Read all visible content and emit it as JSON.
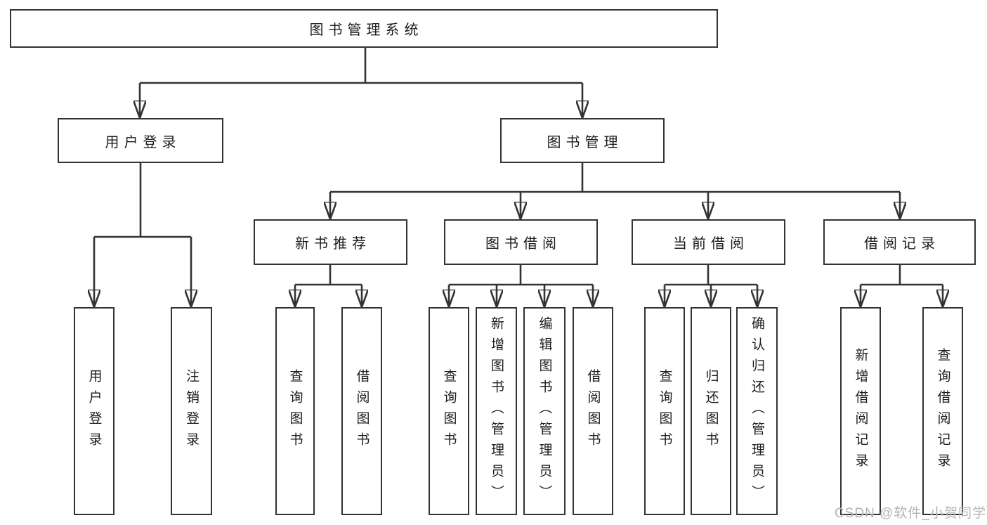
{
  "diagram": {
    "root": {
      "label": "图书管理系统",
      "children": [
        {
          "label": "用户登录",
          "children": [
            {
              "label": "用户登录"
            },
            {
              "label": "注销登录"
            }
          ]
        },
        {
          "label": "图书管理",
          "children": [
            {
              "label": "新书推荐",
              "children": [
                {
                  "label": "查询图书"
                },
                {
                  "label": "借阅图书"
                }
              ]
            },
            {
              "label": "图书借阅",
              "children": [
                {
                  "label": "查询图书"
                },
                {
                  "label": "新增图书（管理员）"
                },
                {
                  "label": "编辑图书（管理员）"
                },
                {
                  "label": "借阅图书"
                }
              ]
            },
            {
              "label": "当前借阅",
              "children": [
                {
                  "label": "查询图书"
                },
                {
                  "label": "归还图书"
                },
                {
                  "label": "确认归还（管理员）"
                }
              ]
            },
            {
              "label": "借阅记录",
              "children": [
                {
                  "label": "新增借阅记录"
                },
                {
                  "label": "查询借阅记录"
                }
              ]
            }
          ]
        }
      ]
    },
    "watermark": "CSDN @软件_小贺同学",
    "colors": {
      "line": "#333333",
      "box_background": "#ffffff",
      "text": "#1c1c1c",
      "watermark": "#b4b4b4"
    }
  }
}
